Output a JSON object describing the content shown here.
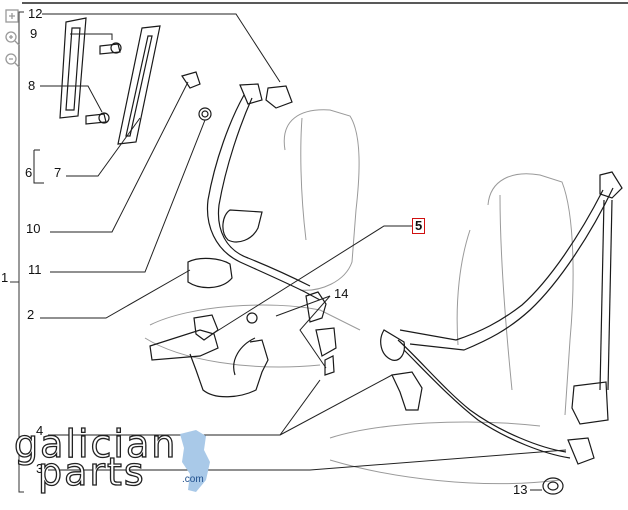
{
  "callouts": {
    "c12": "12",
    "c9": "9",
    "c8": "8",
    "c6": "6",
    "c7": "7",
    "c10": "10",
    "c11": "11",
    "c1": "1",
    "c2": "2",
    "c5": "5",
    "c14": "14",
    "c4": "4",
    "c3": "3",
    "c13": "13"
  },
  "logo": {
    "word1": "galician",
    "word2": "parts",
    "domain": ".com"
  },
  "toolbar": {
    "icon_top": "frame-icon",
    "icon_zoom_in": "zoom-in-icon",
    "icon_zoom_out": "zoom-out-icon"
  },
  "colors": {
    "line": "#1a1a1a",
    "seat": "#9a9a9a",
    "highlight": "#d01010",
    "logo_blue": "#a9c9e8"
  }
}
